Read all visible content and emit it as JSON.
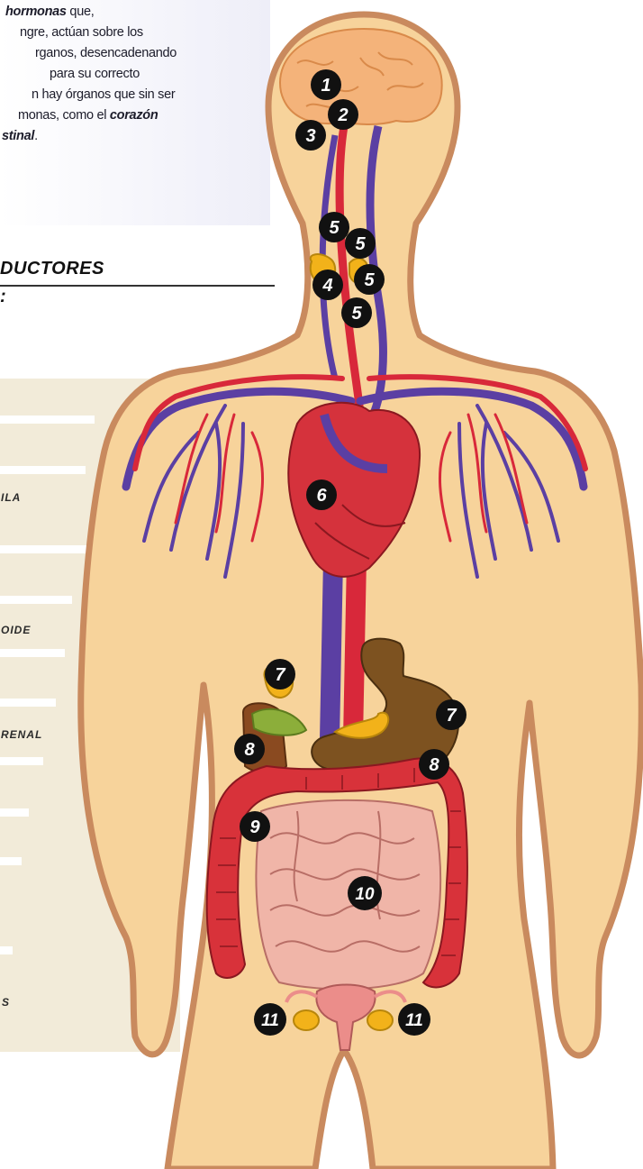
{
  "intro": {
    "line1_bold": "hormonas",
    "line1_rest": " que,",
    "line2": "ngre, actúan sobre los",
    "line3": "rganos, desencadenando",
    "line4": "para su correcto",
    "line5": "n hay órganos que sin ser",
    "line6_pre": "monas, como el ",
    "line6_bold": "corazón",
    "line7_bold": "stinal",
    "line7_rest": "."
  },
  "section_title": "DUCTORES",
  "sub_title": ":",
  "list_labels": [
    "ILA",
    "OIDE",
    "RENAL",
    "S"
  ],
  "markers": [
    "1",
    "2",
    "3",
    "5",
    "5",
    "4",
    "5",
    "5",
    "6",
    "7",
    "7",
    "8",
    "8",
    "9",
    "10",
    "11",
    "11"
  ],
  "colors": {
    "skin": "#f7d39b",
    "skin_outline": "#c98a5e",
    "artery": "#d8283a",
    "vein": "#5b3fa3",
    "heart": "#d5323c",
    "stomach": "#7d5220",
    "gland": "#f2b21a",
    "brain": "#f4b37a",
    "large_intestine": "#d8323a",
    "small_intestine": "#f0b5a8",
    "list_panel": "#f2ebd9"
  }
}
